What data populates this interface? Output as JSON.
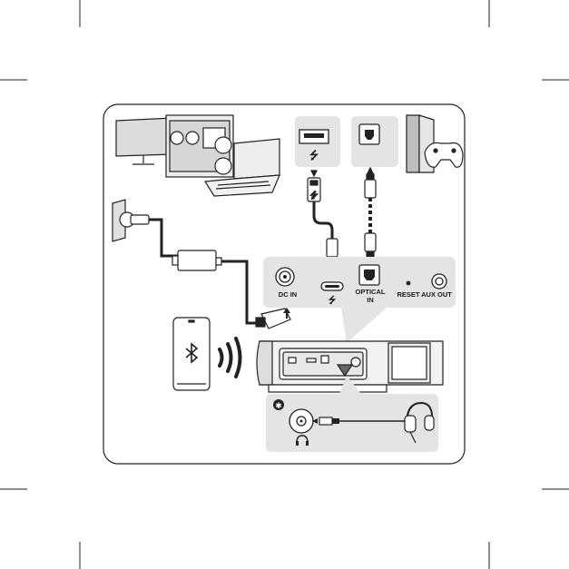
{
  "ports": {
    "dc_in": "DC IN",
    "optical_line1": "OPTICAL",
    "optical_line2": "IN",
    "reset": "RESET",
    "aux_out": "AUX OUT"
  },
  "symbols": {
    "usb": "⭍",
    "star": "✱"
  },
  "icons": {
    "bluetooth": "bluetooth-icon",
    "headphone": "headphone-icon"
  },
  "colors": {
    "ink": "#1a1a1a",
    "panel": "#e4e4e4",
    "screen": "#cfcfcf"
  }
}
